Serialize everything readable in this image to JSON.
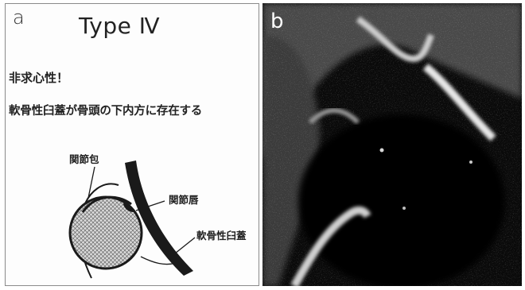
{
  "panels": {
    "a": {
      "letter": "a",
      "title": "Type Ⅳ",
      "notes": [
        "非求心性！",
        "軟骨性臼蓋が骨頭の下内方に存在する"
      ],
      "labels": {
        "capsule": "関節包",
        "labrum": "関節唇",
        "cartilage_roof": "軟骨性臼蓋"
      }
    },
    "b": {
      "letter": "b"
    }
  },
  "colors": {
    "line": "#1a1a1a",
    "femoral_head_fill": "#bfbfbf",
    "ultrasound_background": "#0a0a0a",
    "echo_bright": "#e8e8e8"
  }
}
